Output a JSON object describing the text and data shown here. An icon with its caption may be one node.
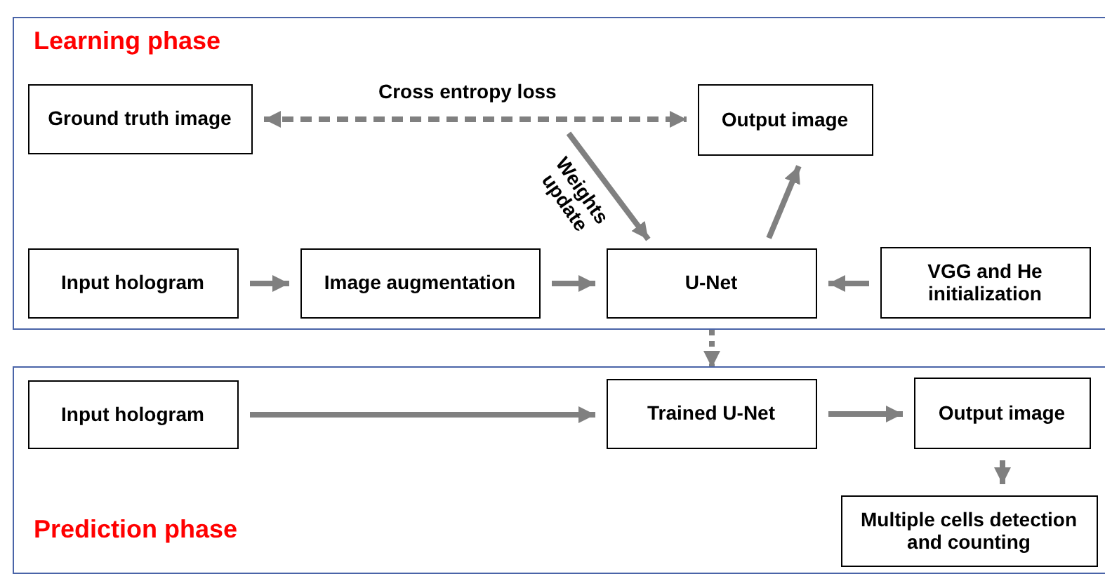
{
  "diagram": {
    "nodes": [
      {
        "text": [
          "Learning phase"
        ]
      },
      {
        "text": [
          "Ground truth image"
        ],
        "in": 0
      },
      {
        "text": [
          "Output image"
        ],
        "in": 0
      },
      {
        "text": [
          "Input hologram"
        ],
        "in": 0
      },
      {
        "text": [
          "Image augmentation"
        ],
        "in": 0
      },
      {
        "text": [
          "U-Net"
        ],
        "in": 0
      },
      {
        "text": [
          "VGG and He initialization"
        ],
        "in": 0
      },
      {
        "text": [
          "Prediction phase"
        ]
      },
      {
        "text": [
          "Input hologram"
        ],
        "in": 7
      },
      {
        "text": [
          "Trained U-Net"
        ],
        "in": 7
      },
      {
        "text": [
          "Output image"
        ],
        "in": 7
      },
      {
        "text": [
          "Multiple cells detection and counting"
        ],
        "in": 7
      }
    ],
    "edges": [
      {
        "from": 1,
        "to": 2,
        "arrow": "both",
        "style": "dashed",
        "label": "Cross entropy loss"
      },
      {
        "from": null,
        "to": 5,
        "arrow": "to",
        "label": "Weights update"
      },
      {
        "from": 5,
        "to": 2,
        "arrow": "to"
      },
      {
        "from": 3,
        "to": 4,
        "arrow": "to"
      },
      {
        "from": 4,
        "to": 5,
        "arrow": "to"
      },
      {
        "from": 6,
        "to": 5,
        "arrow": "to"
      },
      {
        "from": 5,
        "to": 9,
        "arrow": "to",
        "style": "dashed"
      },
      {
        "from": 8,
        "to": 9,
        "arrow": "to"
      },
      {
        "from": 9,
        "to": 10,
        "arrow": "to"
      },
      {
        "from": 10,
        "to": 11,
        "arrow": "to"
      }
    ]
  }
}
